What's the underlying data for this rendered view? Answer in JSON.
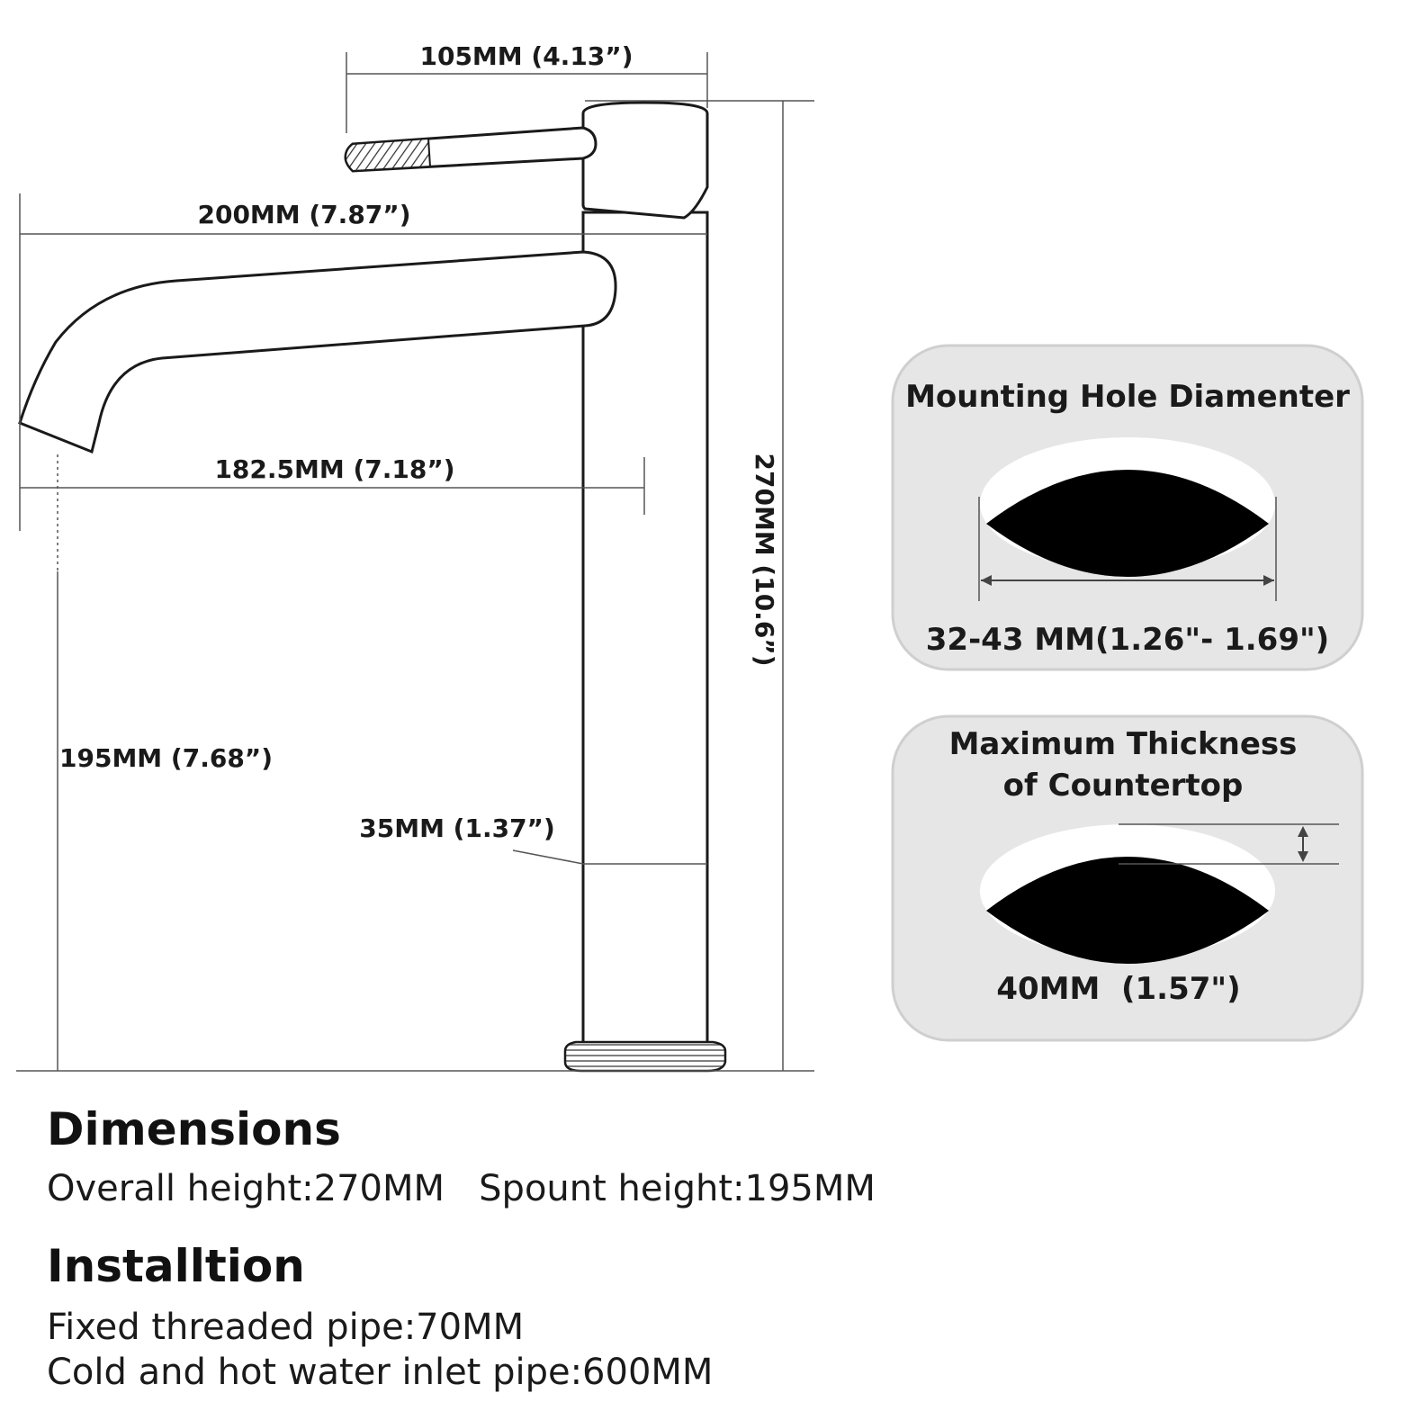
{
  "dimensions_drawing": {
    "handle_length": "105MM (4.13”)",
    "spout_reach": "200MM (7.87”)",
    "spout_to_body": "182.5MM (7.18”)",
    "overall_height": "270MM (10.6”)",
    "spout_height": "195MM (7.68”)",
    "body_diameter": "35MM (1.37”)"
  },
  "mounting_hole_panel": {
    "title": "Mounting Hole Diamenter",
    "value": "32-43 MM(1.26\"- 1.69\")"
  },
  "countertop_panel": {
    "title_line1": "Maximum Thickness",
    "title_line2": "of Countertop",
    "value": "40MM  (1.57\")"
  },
  "dimensions_section": {
    "heading": "Dimensions",
    "line": "Overall height:270MM   Spount height:195MM"
  },
  "installation_section": {
    "heading": "Installtion",
    "line1": "Fixed threaded pipe:70MM",
    "line2": "Cold and hot water inlet pipe:600MM"
  },
  "colors": {
    "panel_fill": "#e6e6e6",
    "hole_fill": "#000000",
    "line": "#1a1a1a"
  }
}
